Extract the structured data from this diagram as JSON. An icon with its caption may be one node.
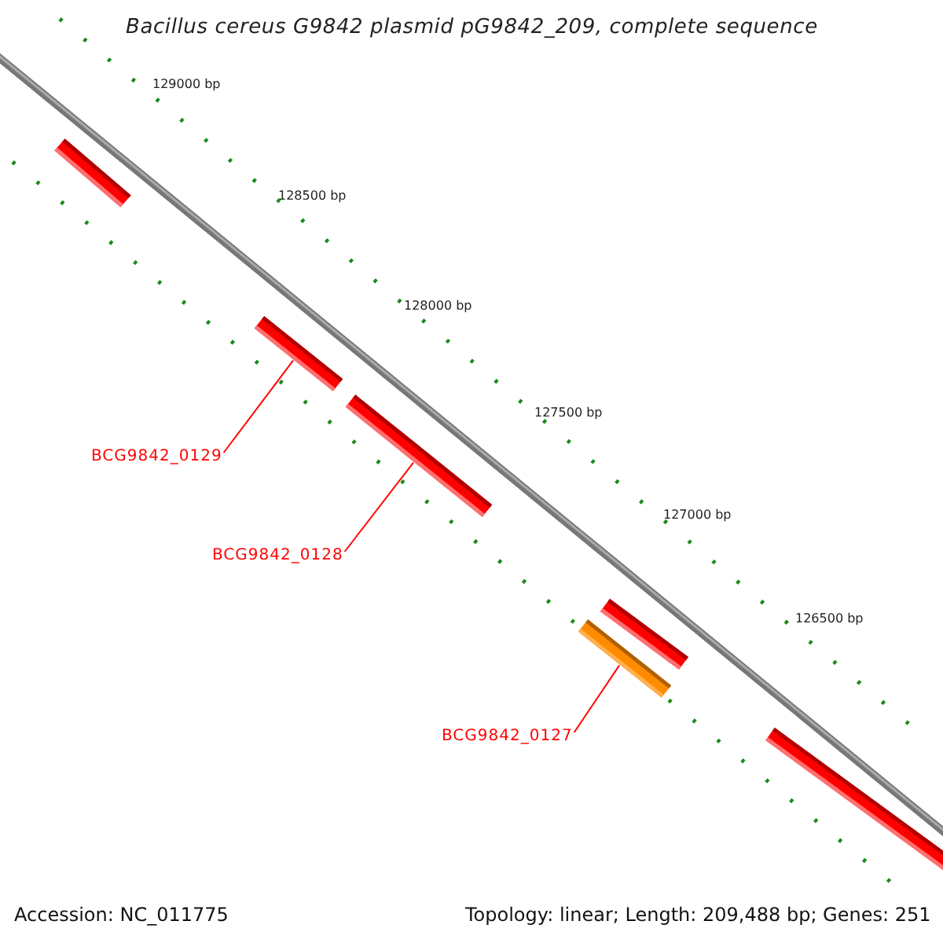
{
  "diagram": {
    "title": "Bacillus cereus G9842 plasmid pG9842_209, complete sequence",
    "nodes": [
      {
        "text": [
          "BCG9842_0129"
        ]
      },
      {
        "text": [
          "BCG9842_0128"
        ]
      },
      {
        "text": [
          "BCG9842_0127"
        ]
      },
      {
        "text": [],
        "shape": "bar"
      },
      {
        "text": [],
        "shape": "bar"
      },
      {
        "text": [],
        "shape": "bar"
      }
    ],
    "edges": [
      {
        "from": 0,
        "to": 3,
        "arrow": "none"
      },
      {
        "from": 1,
        "to": 4,
        "arrow": "none"
      },
      {
        "from": 2,
        "to": 5,
        "arrow": "none"
      }
    ],
    "labels": [
      "129000 bp",
      "128500 bp",
      "128000 bp",
      "127500 bp",
      "127000 bp",
      "126500 bp",
      "Accession: NC_011775",
      "Topology: linear; Length: 209,488 bp; Genes: 251"
    ]
  }
}
